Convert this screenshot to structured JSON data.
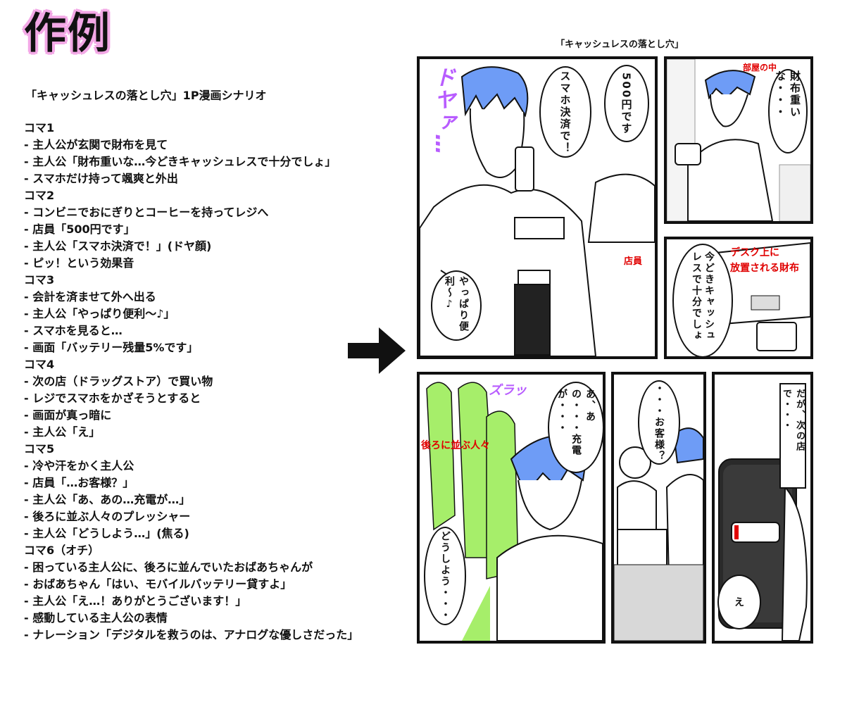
{
  "header": {
    "title": "作例"
  },
  "scenario": {
    "title": "「キャッシュレスの落とし穴」1P漫画シナリオ",
    "lines": [
      "コマ1",
      "- 主人公が玄関で財布を見て",
      "- 主人公「財布重いな…今どきキャッシュレスで十分でしょ」",
      "- スマホだけ持って颯爽と外出",
      "コマ2",
      "- コンビニでおにぎりとコーヒーを持ってレジへ",
      "- 店員「500円です」",
      "- 主人公「スマホ決済で！」(ドヤ顔)",
      "- ピッ！という効果音",
      "コマ3",
      "- 会計を済ませて外へ出る",
      "- 主人公「やっぱり便利〜♪」",
      "- スマホを見ると…",
      "- 画面「バッテリー残量5%です」",
      "コマ4",
      "- 次の店（ドラッグストア）で買い物",
      "- レジでスマホをかざそうとすると",
      "- 画面が真っ暗に",
      "- 主人公「え」",
      "コマ5",
      "- 冷や汗をかく主人公",
      "- 店員「…お客様？」",
      "- 主人公「あ、あの…充電が…」",
      "- 後ろに並ぶ人々のプレッシャー",
      "- 主人公「どうしよう…」(焦る)",
      "コマ6（オチ）",
      "- 困っている主人公に、後ろに並んでいたおばあちゃんが",
      "- おばあちゃん「はい、モバイルバッテリー貸すよ」",
      "- 主人公「え…！ありがとうございます！」",
      "- 感動している主人公の表情",
      "- ナレーション「デジタルを救うのは、アナログな優しさだった」"
    ]
  },
  "manga": {
    "title": "「キャッシュレスの落とし穴」",
    "panel_a": {
      "sfx": "ドヤァ…",
      "bubble1": "スマホ決済で！",
      "bubble2": "500円です",
      "bubble3": "やっぱり便利〜♪",
      "label": "店員"
    },
    "panel_b": {
      "label": "部屋の中",
      "bubble": "財布重いな・・・"
    },
    "panel_c": {
      "label1": "デスク上に",
      "label2": "放置される財布",
      "bubble": "今どきキャッシュレスで十分でしょ"
    },
    "panel_d": {
      "sfx": "ズラッ",
      "label": "後ろに並ぶ人々",
      "bubble1": "あ、あの・・・充電が・・・",
      "bubble2": "どうしよう・・・"
    },
    "panel_e": {
      "bubble": "・・・お客様？"
    },
    "panel_f": {
      "narration": "だが、次の店で・・・",
      "bubble": "え"
    }
  },
  "colors": {
    "hair": "#6e9cf6",
    "crowd": "#a6ee6a",
    "sfx": "#b85cff",
    "label": "#e00000",
    "title_outline": "#f3a8e6"
  }
}
